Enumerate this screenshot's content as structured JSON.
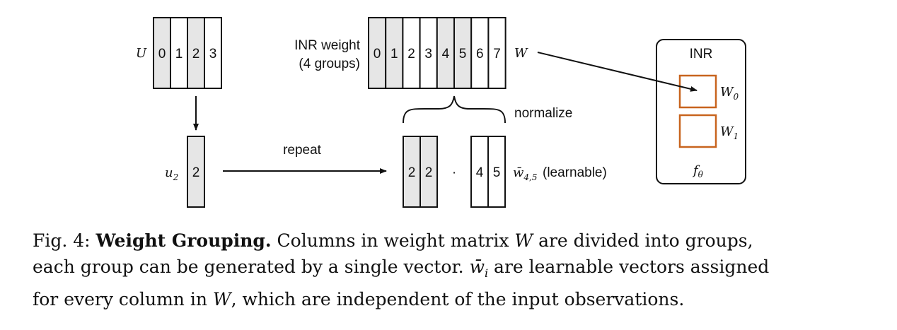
{
  "diagram": {
    "u_label": "U",
    "u_cells": [
      "0",
      "1",
      "2",
      "3"
    ],
    "u_shaded": [
      true,
      false,
      true,
      false
    ],
    "u2_label": "u",
    "u2_sub": "2",
    "u2_cell": "2",
    "repeat_label": "repeat",
    "inr_weight_label_line1": "INR weight",
    "inr_weight_label_line2": "(4 groups)",
    "w_cells": [
      "0",
      "1",
      "2",
      "3",
      "4",
      "5",
      "6",
      "7"
    ],
    "w_shaded": [
      true,
      true,
      false,
      false,
      true,
      true,
      false,
      false
    ],
    "w_label": "W",
    "normalize_label": "normalize",
    "repeated_cells": [
      "2",
      "2"
    ],
    "dot": "·",
    "wbar_cells": [
      "4",
      "5"
    ],
    "wbar_symbol": "w̄",
    "wbar_sub": "4,5",
    "learnable_label": "(learnable)",
    "inr_box_title": "INR",
    "w0_label": "W",
    "w0_sub": "0",
    "w1_label": "W",
    "w1_sub": "1",
    "f_theta_label": "f",
    "f_theta_sub": "θ",
    "colors": {
      "shaded_fill": "#e6e6e6",
      "border": "#111111",
      "inr_layer_border": "#c8641e"
    }
  },
  "caption": {
    "fig_label": "Fig. 4:",
    "title": "Weight Grouping.",
    "line1_rest": "Columns in weight matrix",
    "w_symbol": "W",
    "line1_end": "are divided into groups,",
    "line2_start": "each group can be generated by a single vector.",
    "wbar_i_symbol": "w̄",
    "wbar_i_sub": "i",
    "line2_end": "are learnable vectors assigned",
    "line3_start": "for every column in",
    "line3_end": ", which are independent of the input observations."
  }
}
